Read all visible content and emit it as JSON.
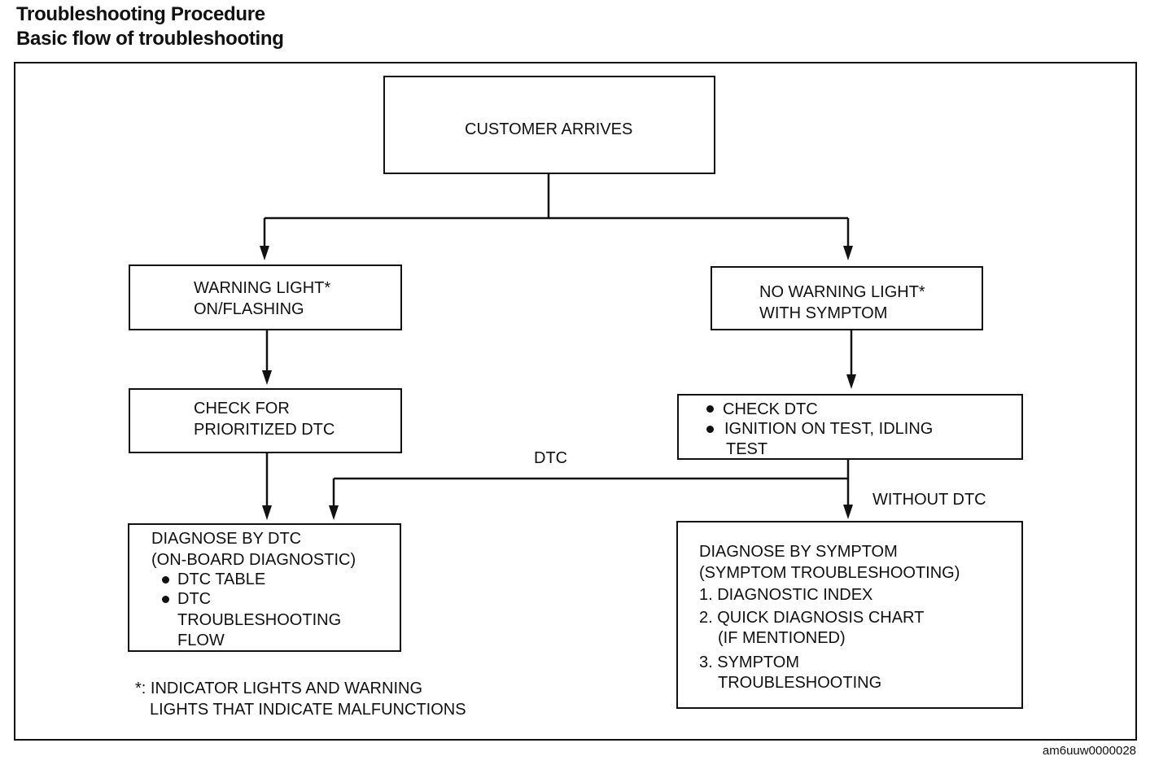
{
  "header": {
    "title": "Troubleshooting Procedure",
    "subtitle": "Basic flow of troubleshooting"
  },
  "nodes": {
    "customer_arrives": "CUSTOMER ARRIVES",
    "warning_light": {
      "line1": "WARNING LIGHT*",
      "line2": "ON/FLASHING"
    },
    "no_warning_light": {
      "line1": "NO WARNING LIGHT*",
      "line2": "WITH SYMPTOM"
    },
    "check_prioritized": {
      "line1": "CHECK FOR",
      "line2": "PRIORITIZED DTC"
    },
    "check_dtc": {
      "item1": "CHECK DTC",
      "item2_line1": "IGNITION ON TEST, IDLING",
      "item2_line2": "TEST"
    },
    "diagnose_dtc": {
      "line1": "DIAGNOSE BY DTC",
      "line2": "(ON-BOARD DIAGNOSTIC)",
      "item1": "DTC TABLE",
      "item2_line1": "DTC",
      "item2_line2": "TROUBLESHOOTING",
      "item2_line3": "FLOW"
    },
    "diagnose_symptom": {
      "line1": "DIAGNOSE BY SYMPTOM",
      "line2": "(SYMPTOM TROUBLESHOOTING)",
      "item1": "1. DIAGNOSTIC INDEX",
      "item2_line1": "2. QUICK DIAGNOSIS CHART",
      "item2_line2": "(IF MENTIONED)",
      "item3_line1": "3. SYMPTOM",
      "item3_line2": "TROUBLESHOOTING"
    }
  },
  "edge_labels": {
    "dtc": "DTC",
    "without_dtc": "WITHOUT DTC"
  },
  "footnote": {
    "line1": "*: INDICATOR LIGHTS AND WARNING",
    "line2": "LIGHTS THAT INDICATE MALFUNCTIONS"
  },
  "figure_id": "am6uuw0000028"
}
